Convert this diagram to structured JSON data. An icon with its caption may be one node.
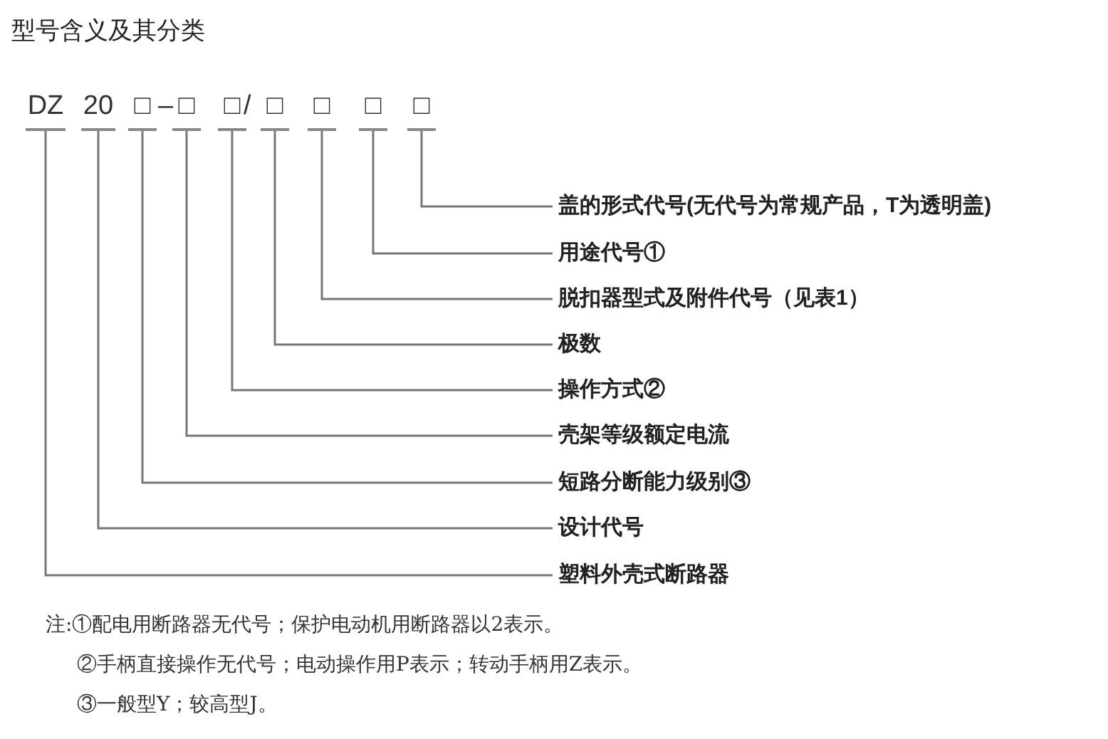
{
  "diagram": {
    "title": "型号含义及其分类",
    "nodes": [
      {
        "text": [
          "DZ"
        ]
      },
      {
        "text": [
          "20"
        ]
      },
      {
        "text": [
          "□"
        ]
      },
      {
        "text": [
          "□"
        ]
      },
      {
        "text": [
          "□"
        ]
      },
      {
        "text": [
          "□"
        ]
      },
      {
        "text": [
          "□"
        ]
      },
      {
        "text": [
          "□"
        ]
      },
      {
        "text": [
          "□"
        ]
      },
      {
        "text": [
          "盖的形式代号(无代号为常规产品，T为透明盖)"
        ]
      },
      {
        "text": [
          "用途代号①"
        ]
      },
      {
        "text": [
          "脱扣器型式及附件代号（见表1）"
        ]
      },
      {
        "text": [
          "极数"
        ]
      },
      {
        "text": [
          "操作方式②"
        ]
      },
      {
        "text": [
          "壳架等级额定电流"
        ]
      },
      {
        "text": [
          "短路分断能力级别③"
        ]
      },
      {
        "text": [
          "设计代号"
        ]
      },
      {
        "text": [
          "塑料外壳式断路器"
        ]
      }
    ],
    "edges": [
      {
        "from": 0,
        "to": 17,
        "arrow": "none"
      },
      {
        "from": 1,
        "to": 16,
        "arrow": "none"
      },
      {
        "from": 2,
        "to": 15,
        "arrow": "none"
      },
      {
        "from": 3,
        "to": 14,
        "arrow": "none"
      },
      {
        "from": 4,
        "to": 13,
        "arrow": "none"
      },
      {
        "from": 5,
        "to": 12,
        "arrow": "none"
      },
      {
        "from": 6,
        "to": 11,
        "arrow": "none"
      },
      {
        "from": 7,
        "to": 10,
        "arrow": "none"
      },
      {
        "from": 8,
        "to": 9,
        "arrow": "none"
      }
    ],
    "labels": [
      "–",
      "/",
      "注:①配电用断路器无代号；保护电动机用断路器以2表示。",
      "②手柄直接操作无代号；电动操作用P表示；转动手柄用Z表示。",
      "③一般型Y；较高型J。"
    ]
  }
}
